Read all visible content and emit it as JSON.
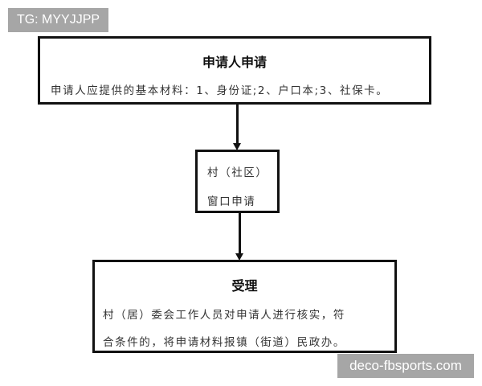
{
  "watermarks": {
    "top_left": "TG: MYYJJPP",
    "bottom_right": "deco-fbsports.com"
  },
  "flowchart": {
    "step1": {
      "title": "申请人申请",
      "description": "申请人应提供的基本材料：1、身份证;2、户口本;3、社保卡。"
    },
    "step2": {
      "line1": "村（社区）",
      "line2": "窗口申请"
    },
    "step3": {
      "title": "受理",
      "line1": "村（居）委会工作人员对申请人进行核实，符",
      "line2": "合条件的，将申请材料报镇（街道）民政办。"
    }
  },
  "colors": {
    "border": "#111111",
    "watermark_bg": "#a6a6a6",
    "watermark_text": "#ffffff"
  }
}
